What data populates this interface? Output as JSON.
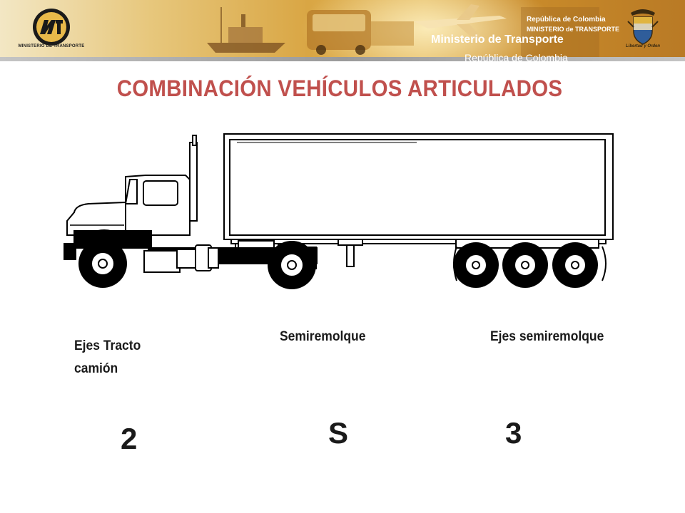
{
  "header": {
    "logo_caption": "MINISTERIO DE TRANSPORTE",
    "banner_title_small": "República de Colombia",
    "banner_sub_small": "MINISTERIO de TRANSPORTE",
    "crest_caption": "Libertad y Orden",
    "title": "Ministerio de Transporte",
    "subtitle": "República de Colombia"
  },
  "page": {
    "title": "COMBINACIÓN VEHÍCULOS ARTICULADOS"
  },
  "labels": {
    "tracto_axles": "Ejes Tracto\ncamión",
    "tracto_axles_line1": "Ejes Tracto",
    "tracto_axles_line2": "camión",
    "semitrailer": "Semiremolque",
    "semitrailer_axles": "Ejes semiremolque"
  },
  "codes": {
    "tracto": "2",
    "semitrailer": "S",
    "semitrailer_axles": "3"
  },
  "colors": {
    "title_red": "#c0504d",
    "banner_gold": "#d9a644"
  }
}
